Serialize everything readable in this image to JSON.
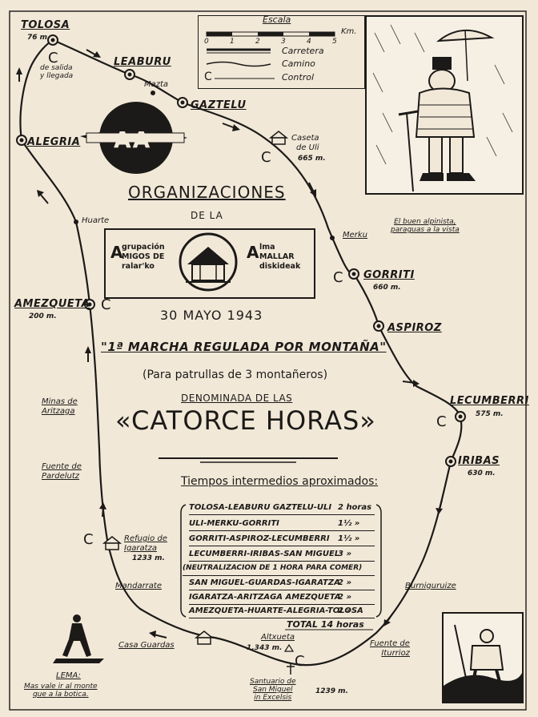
{
  "towns": {
    "tolosa": {
      "name": "TOLOSA",
      "alt": "76 m."
    },
    "leaburu": {
      "name": "LEABURU"
    },
    "gaztelu": {
      "name": "GAZTELU"
    },
    "alegria": {
      "name": "ALEGRIA"
    },
    "amezqueta": {
      "name": "AMEZQUETA",
      "alt": "200 m."
    },
    "gorriti": {
      "name": "GORRITI",
      "alt": "660 m."
    },
    "aspiroz": {
      "name": "ASPIROZ"
    },
    "lecumberri": {
      "name": "LECUMBERRI",
      "alt": "575 m."
    },
    "iribas": {
      "name": "IRIBAS",
      "alt": "630 m."
    }
  },
  "places": {
    "salida": "de salida\ny llegada",
    "mazta": "Mazta",
    "caseta": "Caseta\nde Uli",
    "caseta_alt": "665 m.",
    "huarte": "Huarte",
    "merku": "Merku",
    "minas": "Minas de\nAritzaga",
    "fuente_pardelutz": "Fuente de\nPardelutz",
    "refugio": "Refugio de\nIgaratza",
    "refugio_alt": "1233 m.",
    "mandarrate": "Mandarrate",
    "casa_guardas": "Casa Guardas",
    "altxueta": "Altxueta",
    "altxueta_alt": "1.343 m.",
    "santuario": "Santuario de\nSan Miguel\nin Excelsis",
    "santuario_alt": "1239 m.",
    "burniguruize": "Burniguruize",
    "fuente_iturrioz": "Fuente de\nIturrioz"
  },
  "control_letter": "C",
  "legend": {
    "title": "Escala",
    "unit": "Km.",
    "ticks": [
      "0",
      "1",
      "2",
      "3",
      "4",
      "5"
    ],
    "carretera": "Carretera",
    "camino": "Camino",
    "control": "Control",
    "control_symbol": "C"
  },
  "emblem_letters": "AA",
  "header": {
    "org": "ORGANIZACIONES",
    "dela": "DE LA",
    "date": "30 MAYO 1943",
    "marcha": "\"1ª MARCHA REGULADA POR MONTAÑA\"",
    "patrol": "(Para patrullas de 3 montañeros)",
    "denominada": "DENOMINADA DE LAS",
    "big": "«CATORCE HORAS»"
  },
  "logo": {
    "left_cap": "A",
    "left_lines": [
      "grupación",
      "MIGOS DE",
      "ralar'ko"
    ],
    "right_cap": "A",
    "right_lines": [
      "lma",
      "MALLAR",
      "diskideak"
    ]
  },
  "tiempos_title": "Tiempos intermedios aproximados:",
  "tiempos": [
    {
      "route": "TOLOSA-LEABURU GAZTELU-ULI",
      "value": "2 horas"
    },
    {
      "route": "ULI-MERKU-GORRITI",
      "value": "1½ »"
    },
    {
      "route": "GORRITI-ASPIROZ-LECUMBERRI",
      "value": "1½ »"
    },
    {
      "route": "LECUMBERRI-IRIBAS-SAN MIGUEL",
      "value": "3 »"
    },
    {
      "route": "(NEUTRALIZACION DE 1 HORA PARA COMER)",
      "value": ""
    },
    {
      "route": "SAN MIGUEL-GUARDAS-IGARATZA",
      "value": "2 »"
    },
    {
      "route": "IGARATZA-ARITZAGA AMEZQUETA",
      "value": "2 »"
    },
    {
      "route": "AMEZQUETA-HUARTE-ALEGRIA-TOLOSA",
      "value": "2 »"
    }
  ],
  "total": "TOTAL 14 horas",
  "alpinist_caption": "El buen alpinista,\nparaguas a la vista",
  "lema_title": "LEMA:",
  "lema_text": "Mas vale ir al monte\nque a la botica."
}
